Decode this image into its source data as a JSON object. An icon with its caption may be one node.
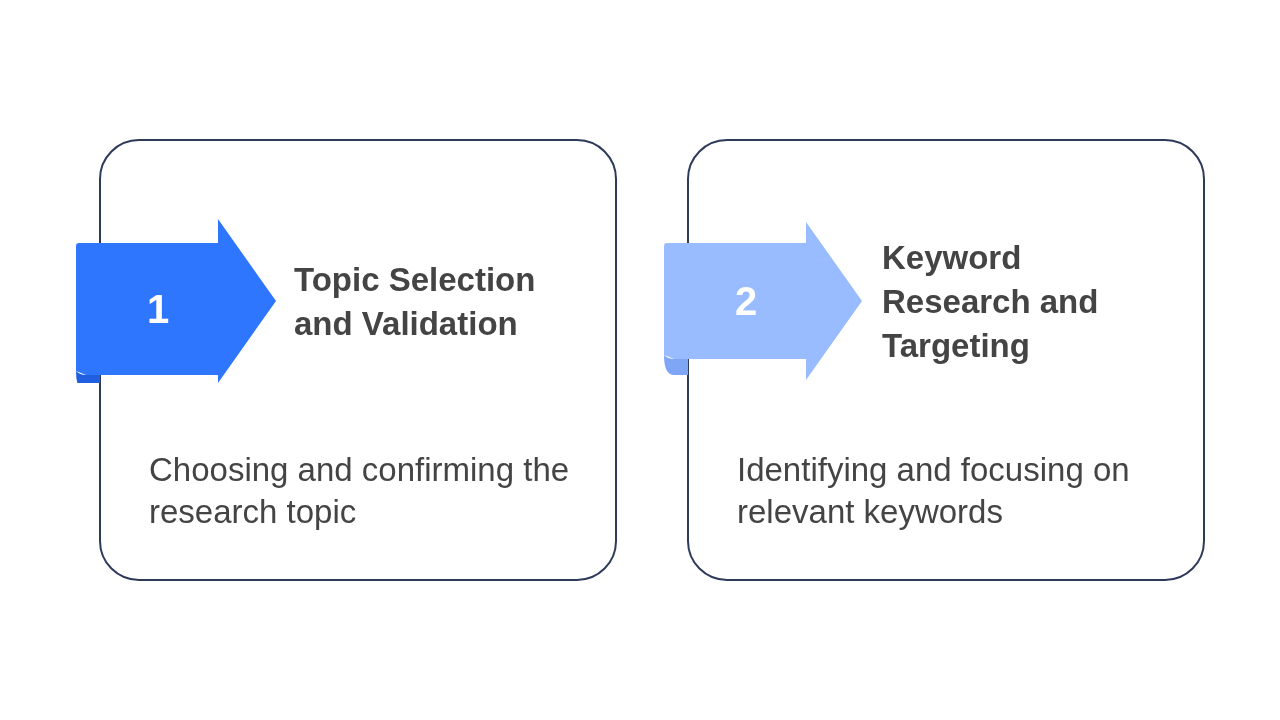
{
  "diagram": {
    "nodes": [
      {
        "text": [
          "Topic Selection and Validation",
          "Choosing and confirming the research topic"
        ]
      },
      {
        "text": [
          "1"
        ]
      },
      {
        "text": [
          "Keyword Research and Targeting",
          "Identifying and focusing on relevant keywords"
        ]
      },
      {
        "text": [
          "2"
        ]
      }
    ]
  }
}
